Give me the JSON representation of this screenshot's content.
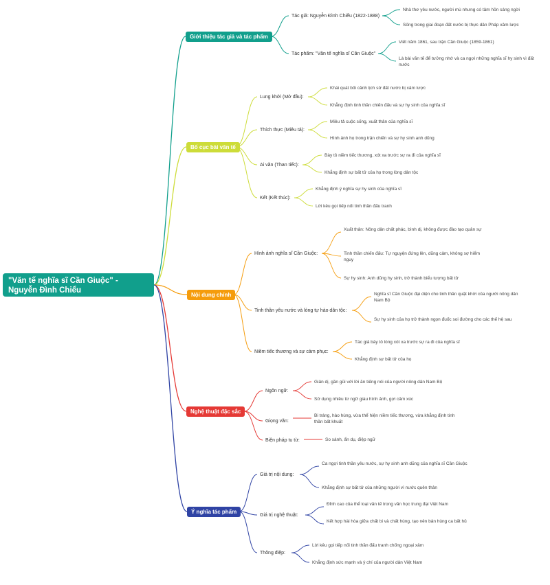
{
  "root": "\"Văn tế nghĩa sĩ Cần Giuộc\" - Nguyễn Đình Chiểu",
  "colors": {
    "teal": "#119f8c",
    "yellow": "#cddc39",
    "orange": "#f59c0c",
    "red": "#e53935",
    "navy": "#2f43a4"
  },
  "branches": [
    {
      "label": "Giới thiệu tác giả và tác phẩm",
      "children": [
        {
          "label": "Tác giả: Nguyễn Đình Chiểu (1822-1888)",
          "leaves": [
            "Nhà thơ yêu nước, người mù nhưng có tâm hồn sáng ngời",
            "Sống trong giai đoạn đất nước bị thực dân Pháp xâm lược"
          ]
        },
        {
          "label": "Tác phẩm: \"Văn tế nghĩa sĩ Cần Giuộc\"",
          "leaves": [
            "Viết năm 1861, sau trận Cần Giuộc (1859-1861)",
            "Là bài văn tế để tưởng nhớ và ca ngợi những nghĩa sĩ hy sinh vì đất nước"
          ]
        }
      ]
    },
    {
      "label": "Bố cục bài văn tế",
      "children": [
        {
          "label": "Lung khởi (Mở đầu):",
          "leaves": [
            "Khái quát bối cảnh lịch sử đất nước bị xâm lược",
            "Khẳng định tinh thần chiến đấu và sự hy sinh của nghĩa sĩ"
          ]
        },
        {
          "label": "Thích thực (Miêu tả):",
          "leaves": [
            "Miêu tả cuộc sống, xuất thân của nghĩa sĩ",
            "Hình ảnh họ trong trận chiến và sự hy sinh anh dũng"
          ]
        },
        {
          "label": "Ai văn (Than tiếc):",
          "leaves": [
            "Bày tỏ niềm tiếc thương, xót xa trước sự ra đi của nghĩa sĩ",
            "Khẳng định sự bất tử của họ trong lòng dân tộc"
          ]
        },
        {
          "label": "Kết (Kết thúc):",
          "leaves": [
            "Khẳng định ý nghĩa sự hy sinh của nghĩa sĩ",
            "Lời kêu gọi tiếp nối tinh thần đấu tranh"
          ]
        }
      ]
    },
    {
      "label": "Nội dung chính",
      "children": [
        {
          "label": "Hình ảnh nghĩa sĩ Cần Giuộc:",
          "leaves": [
            "Xuất thân: Nông dân chất phác, bình dị, không được đào tạo quân sự",
            "Tinh thần chiến đấu: Tự nguyện đứng lên, dũng cảm, không sợ hiểm nguy",
            "Sự hy sinh: Anh dũng hy sinh, trở thành biểu tượng bất tử"
          ]
        },
        {
          "label": "Tinh thần yêu nước và lòng tự hào dân tộc:",
          "leaves": [
            "Nghĩa sĩ Cần Giuộc đại diện cho tinh thần quật khởi của người nông dân Nam Bộ",
            "Sự hy sinh của họ trở thành ngọn đuốc soi đường cho các thế hệ sau"
          ]
        },
        {
          "label": "Niềm tiếc thương và sự cảm phục:",
          "leaves": [
            "Tác giả bày tỏ lòng xót xa trước sự ra đi của nghĩa sĩ",
            "Khẳng định sự bất tử của họ"
          ]
        }
      ]
    },
    {
      "label": "Nghệ thuật đặc sắc",
      "children": [
        {
          "label": "Ngôn ngữ:",
          "leaves": [
            "Giản dị, gần gũi với lời ăn tiếng nói của người nông dân Nam Bộ",
            "Sử dụng nhiều từ ngữ giàu hình ảnh, gợi cảm xúc"
          ]
        },
        {
          "label": "Giọng văn:",
          "leaves": [
            "Bi tráng, hào hùng, vừa thể hiện niềm tiếc thương, vừa khẳng định tinh thần bất khuất"
          ]
        },
        {
          "label": "Biện pháp tu từ:",
          "leaves": [
            "So sánh, ẩn dụ, điệp ngữ"
          ]
        }
      ]
    },
    {
      "label": "Ý nghĩa tác phẩm",
      "children": [
        {
          "label": "Giá trị nội dung:",
          "leaves": [
            "Ca ngợi tinh thần yêu nước, sự hy sinh anh dũng của nghĩa sĩ Cần Giuộc",
            "Khẳng định sự bất tử của những người vì nước quên thân"
          ]
        },
        {
          "label": "Giá trị nghệ thuật:",
          "leaves": [
            "Đỉnh cao của thể loại văn tế trong văn học trung đại Việt Nam",
            "Kết hợp hài hòa giữa chất bi và chất hùng, tạo nên bản hùng ca bất hủ"
          ]
        },
        {
          "label": "Thông điệp:",
          "leaves": [
            "Lời kêu gọi tiếp nối tinh thần đấu tranh chống ngoại xâm",
            "Khẳng định sức mạnh và ý chí của người dân Việt Nam"
          ]
        }
      ]
    }
  ]
}
